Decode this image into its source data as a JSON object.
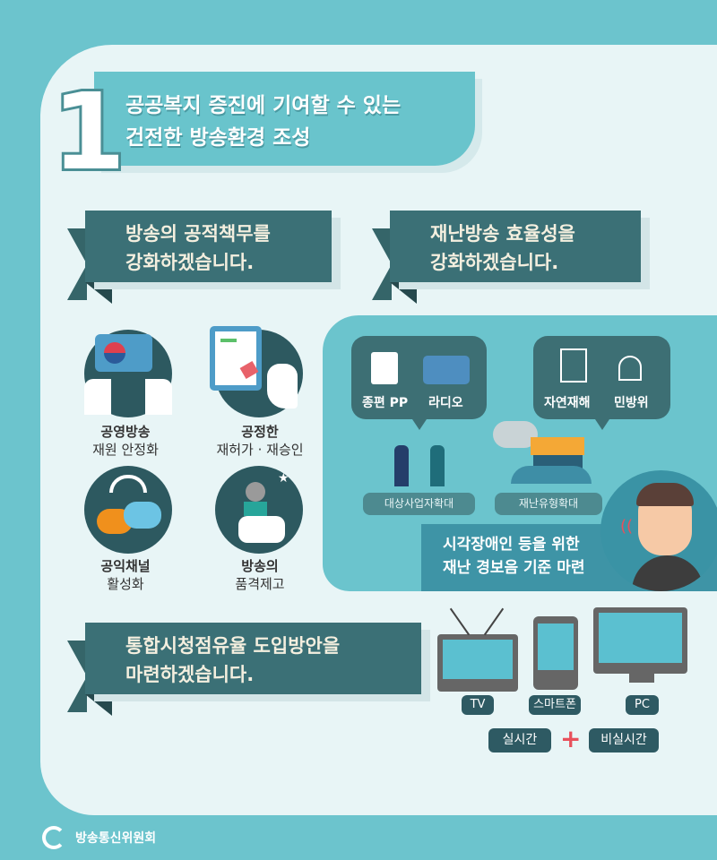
{
  "header": {
    "number": "1",
    "title_line1": "공공복지 증진에 기여할 수 있는",
    "title_line2": "건전한 방송환경 조성"
  },
  "section1": {
    "line1": "방송의 공적책무를",
    "line2": "강화하겠습니다.",
    "items": [
      {
        "line1": "공영방송",
        "line2": "재원 안정화"
      },
      {
        "line1": "공정한",
        "line2": "재허가 · 재승인"
      },
      {
        "line1": "공익채널",
        "line2": "활성화"
      },
      {
        "line1": "방송의",
        "line2": "품격제고"
      }
    ]
  },
  "section2": {
    "line1": "재난방송 효율성을",
    "line2": "강화하겠습니다.",
    "bubble1": [
      "종편 PP",
      "라디오"
    ],
    "bubble2": [
      "자연재해",
      "민방위"
    ],
    "pill1": "대상사업자확대",
    "pill2": "재난유형확대",
    "strip_line1": "시각장애인 등을 위한",
    "strip_line2": "재난 경보음 기준 마련"
  },
  "section3": {
    "line1": "통합시청점유율 도입방안을",
    "line2": "마련하겠습니다.",
    "devices": [
      "TV",
      "스마트폰",
      "PC"
    ],
    "realtime": "실시간",
    "plus": "+",
    "nonrealtime": "비실시간"
  },
  "footer": {
    "org": "방송통신위원회"
  },
  "colors": {
    "bg": "#6cc4cd",
    "panel": "#e8f5f6",
    "ribbon": "#3b7076",
    "accent": "#e8505b"
  }
}
